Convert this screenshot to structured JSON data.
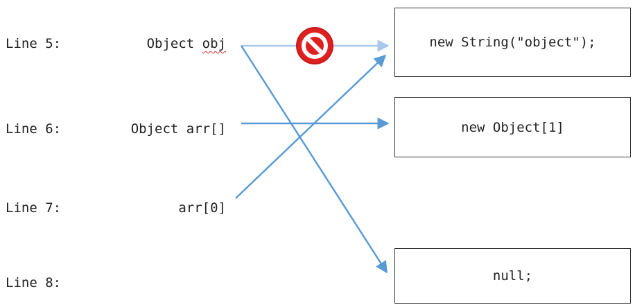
{
  "lines": [
    {
      "label": "Line 5:",
      "var_text": "Object ",
      "var_name": "obj"
    },
    {
      "label": "Line 6:",
      "var_text": "Object arr[]"
    },
    {
      "label": "Line 7:",
      "var_text": "arr[0]"
    },
    {
      "label": "Line 8:"
    }
  ],
  "boxes": [
    {
      "text": "new String(\"object\");"
    },
    {
      "text": "new Object[1]"
    },
    {
      "text": "null;"
    }
  ],
  "colors": {
    "arrow": "#5b9bd5",
    "arrow_faded": "#a9c7e8",
    "prohibited_fill": "#e02020",
    "prohibited_stroke": "#ffffff",
    "box_border": "#333333",
    "text": "#222222"
  },
  "prohibited_icon": "no-entry-icon"
}
